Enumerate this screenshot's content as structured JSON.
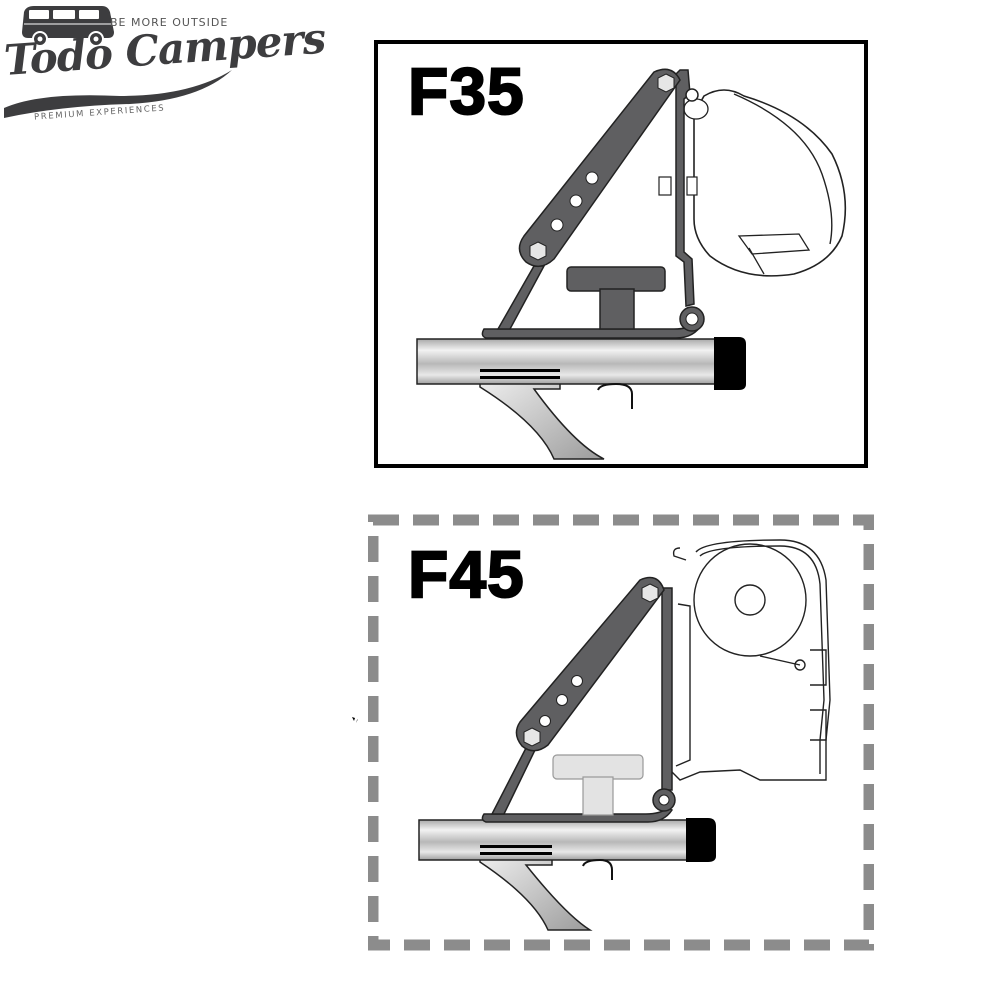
{
  "logo": {
    "tagline_top": "BE MORE OUTSIDE",
    "brand": "Todo Campers",
    "tagline_bottom": "PREMIUM EXPERIENCES",
    "icon": "camper-van-icon",
    "color": "#3d3d3f"
  },
  "panels": [
    {
      "label": "F35",
      "border_style": "solid",
      "border_color": "#000000",
      "awning_type": "pouch-cassette",
      "parts": [
        "adapter-bracket",
        "support-arm-with-holes",
        "t-bolt",
        "roof-bar",
        "bar-end-cap",
        "bar-foot",
        "awning-cassette"
      ]
    },
    {
      "label": "F45",
      "border_style": "dashed",
      "border_color": "#8c8c8c",
      "awning_type": "roller-case",
      "parts": [
        "adapter-bracket",
        "support-arm-with-holes",
        "t-bolt",
        "roof-bar",
        "bar-end-cap",
        "bar-foot",
        "awning-profile-with-roller"
      ]
    }
  ],
  "colors": {
    "bracket": "#5f5f61",
    "bar_light": "#e6e6e6",
    "bar_dark": "#a8a8a8",
    "end_cap": "#000000",
    "tbolt_f45": "#e3e3e3"
  }
}
